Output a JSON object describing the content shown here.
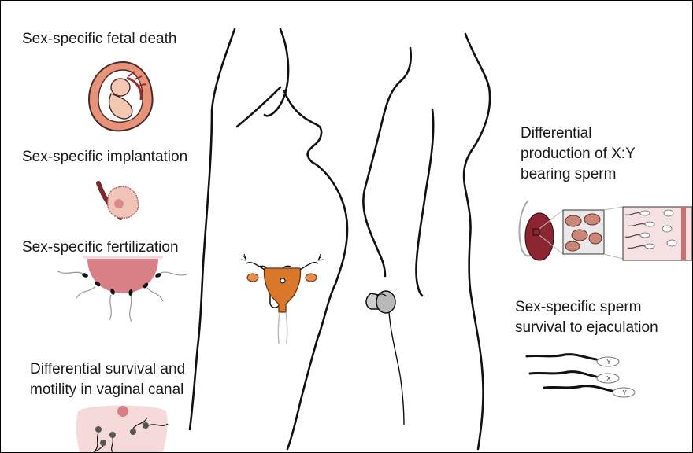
{
  "labels": {
    "fetal_death": "Sex-specific fetal death",
    "implantation": "Sex-specific implantation",
    "fertilization": "Sex-specific fertilization",
    "vaginal_line1": "Differential survival and",
    "vaginal_line2": "motility in vaginal canal",
    "xy_line1": "Differential",
    "xy_line2": "production of X:Y",
    "xy_line3": "bearing sperm",
    "ejac_line1": "Sex-specific sperm",
    "ejac_line2": "survival to ejaculation"
  },
  "sperm_labels": {
    "x": "X",
    "y": "Y"
  },
  "icons": [
    "fetus-in-uterus-icon",
    "implantation-icon",
    "egg-with-sperm-icon",
    "vaginal-canal-sperm-icon",
    "female-silhouette",
    "uterus-icon",
    "male-silhouette",
    "male-genitalia-icon",
    "testis-detail-icon",
    "ejaculated-sperm-icon"
  ],
  "colors": {
    "outline": "#111111",
    "uterus": "#d9782b",
    "ovary": "#e88a4a",
    "egg": "#d97f86",
    "testis": "#8b2630",
    "fetus_skin": "#f2c9b0",
    "uterus_wall": "#e7937a"
  }
}
